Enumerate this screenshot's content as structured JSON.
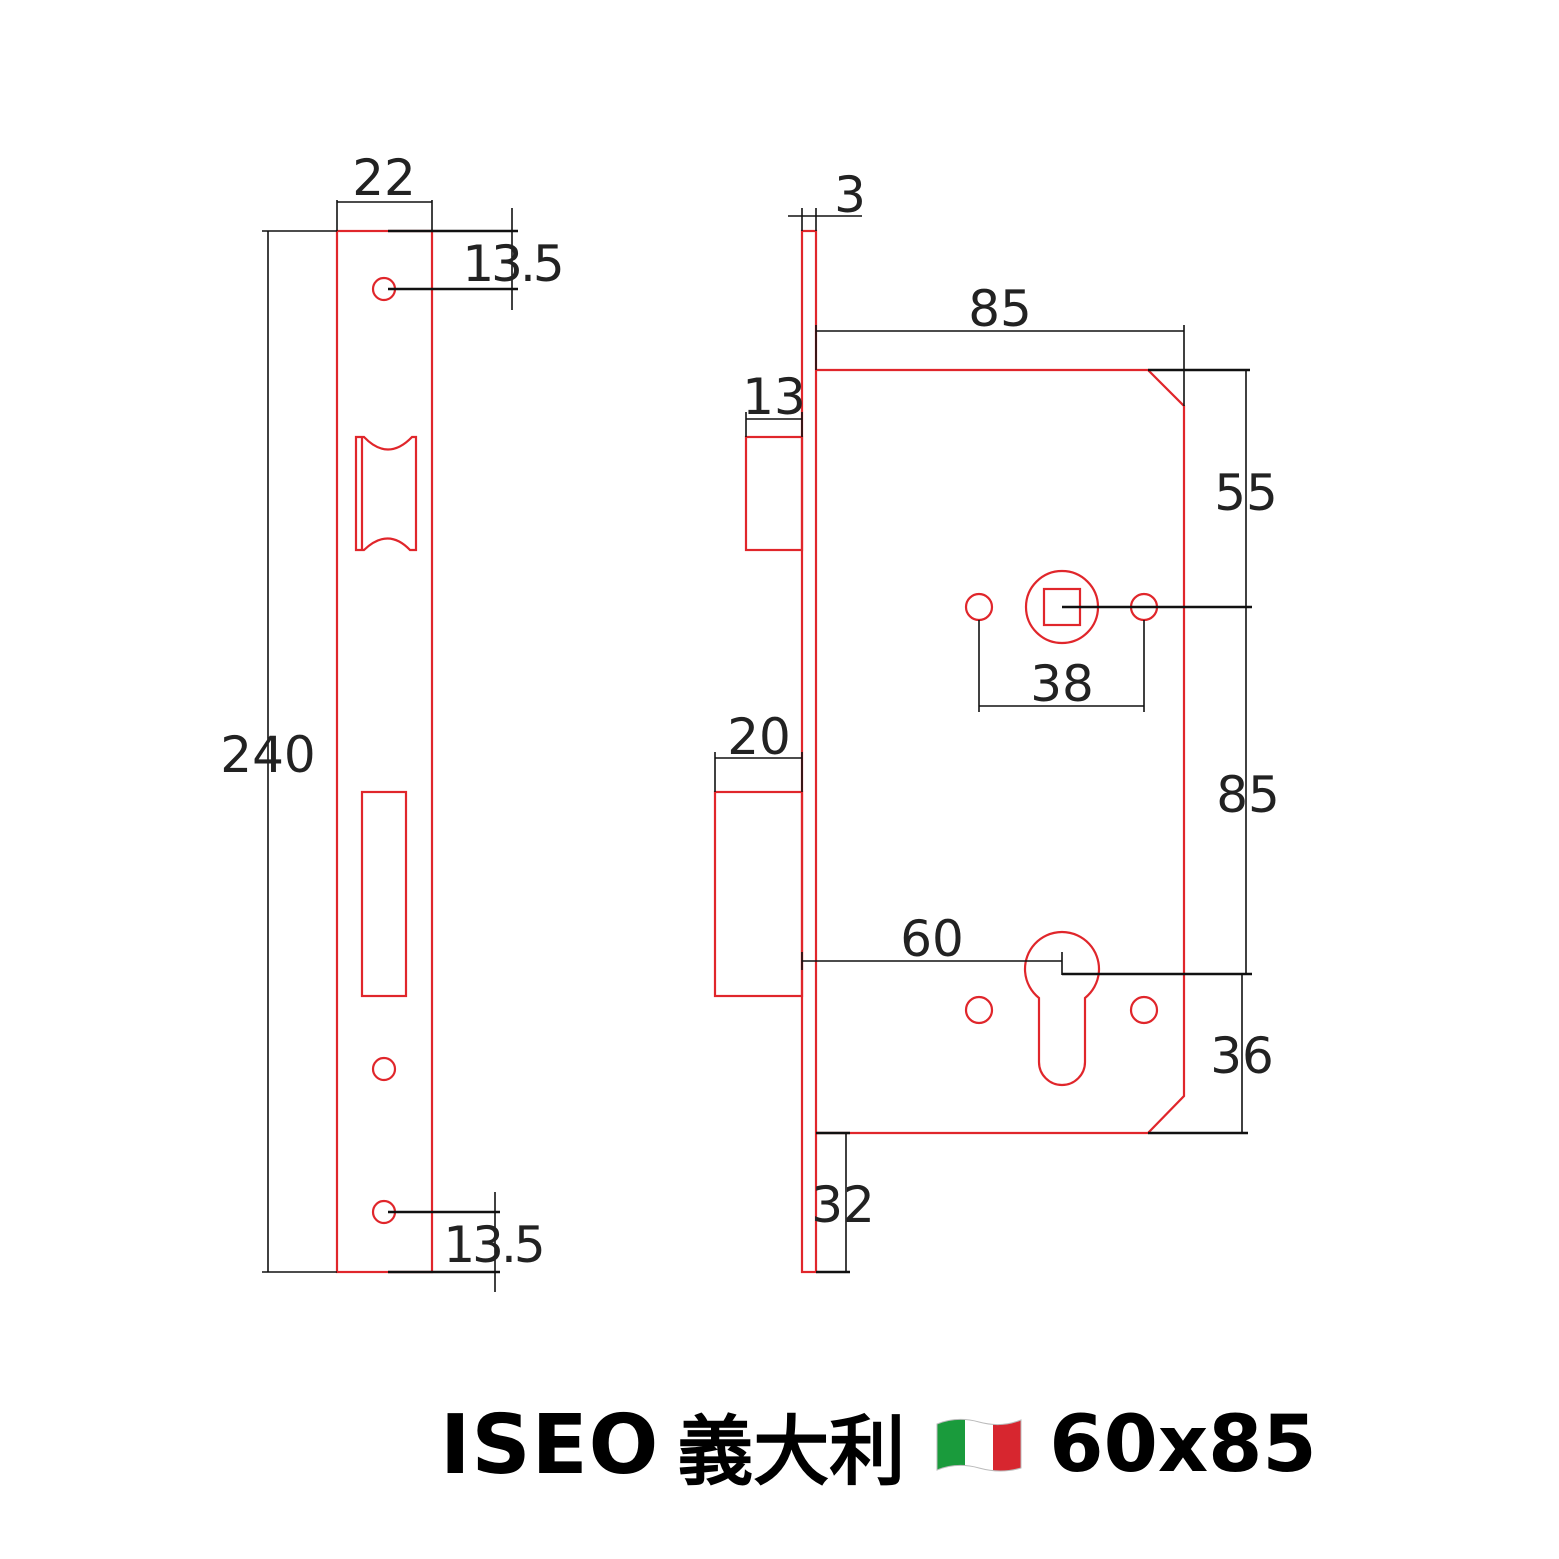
{
  "drawing": {
    "front_view": {
      "width_label": "22",
      "height_label": "240",
      "top_hole_offset_label": "13.5",
      "bottom_hole_offset_label": "13.5"
    },
    "side_view": {
      "faceplate_thickness_label": "3",
      "case_depth_label": "85",
      "latch_projection_label": "13",
      "deadbolt_projection_label": "20",
      "backset_label": "60",
      "top_to_spindle_label": "55",
      "spindle_to_cylinder_label": "85",
      "fixing_hole_spacing_label": "38",
      "cylinder_to_bottom_label": "36",
      "faceplate_overhang_label": "32"
    },
    "line_color": "#e0262b",
    "dimension_color": "#111111"
  },
  "caption": {
    "brand": "ISEO",
    "country": "義大利",
    "size": "60x85",
    "flag_icon": "italy-flag-icon",
    "flag_colors": [
      "#1a9b3c",
      "#ffffff",
      "#d7262f"
    ]
  }
}
